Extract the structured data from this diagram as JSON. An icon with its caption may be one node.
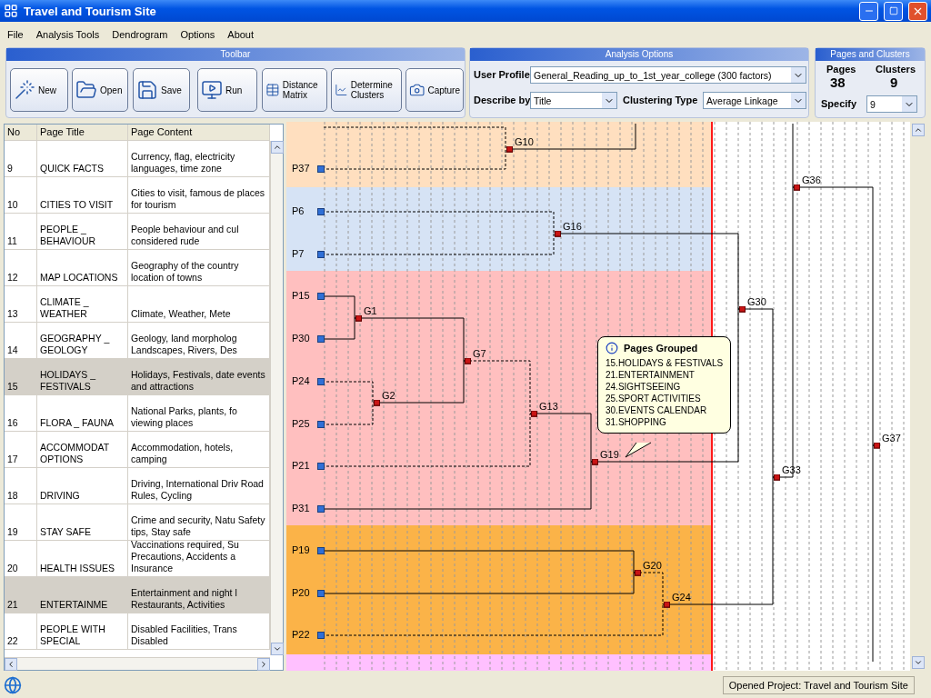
{
  "diagram": {
    "title": "Travel and Tourism Site",
    "nodes": [
      {
        "text": [
          "P22"
        ]
      },
      {
        "text": [
          "P20"
        ]
      },
      {
        "text": [
          "P19"
        ]
      },
      {
        "text": [
          "P31"
        ]
      },
      {
        "text": [
          "P21"
        ]
      },
      {
        "text": [
          "P25"
        ]
      },
      {
        "text": [
          "P24"
        ]
      },
      {
        "text": [
          "P30"
        ]
      },
      {
        "text": [
          "P15"
        ]
      },
      {
        "text": [
          "P7"
        ]
      },
      {
        "text": [
          "P6"
        ]
      },
      {
        "text": [
          "P37"
        ]
      },
      {
        "text": [
          "G24"
        ]
      },
      {
        "text": [
          "G20"
        ]
      },
      {
        "text": [
          "G19"
        ]
      },
      {
        "text": [
          "G13"
        ]
      },
      {
        "text": [
          "G2"
        ]
      },
      {
        "text": [
          "G7"
        ]
      },
      {
        "text": [
          "G1"
        ]
      },
      {
        "text": [
          "G16"
        ]
      },
      {
        "text": [
          "G10"
        ]
      },
      {
        "text": [
          "G30"
        ]
      },
      {
        "text": [
          "G33"
        ]
      },
      {
        "text": [
          "G36"
        ]
      },
      {
        "text": [
          "G37"
        ]
      },
      {
        "text": [
          "Pages Grouped",
          "15.HOLIDAYS & FESTIVALS",
          "21.ENTERTAINMENT",
          "24.SIGHTSEEING",
          "25.SPORT ACTIVITIES",
          "30.EVENTS CALENDAR",
          "31.SHOPPING"
        ]
      }
    ],
    "edges": [
      {
        "from": 0,
        "to": 12,
        "arrow": "other",
        "style": "dashed"
      },
      {
        "from": 1,
        "to": 13,
        "arrow": "other"
      },
      {
        "from": 2,
        "to": 13,
        "arrow": "other"
      },
      {
        "from": 13,
        "to": 12,
        "arrow": "other",
        "style": "dashed"
      },
      {
        "from": 3,
        "to": 14,
        "arrow": "other"
      },
      {
        "from": 15,
        "to": 14,
        "arrow": "other"
      },
      {
        "from": 4,
        "to": 15,
        "arrow": "other",
        "style": "dashed"
      },
      {
        "from": 17,
        "to": 15,
        "arrow": "other",
        "style": "dashed"
      },
      {
        "from": 5,
        "to": 16,
        "arrow": "other",
        "style": "dashed"
      },
      {
        "from": 6,
        "to": 16,
        "arrow": "other",
        "style": "dashed"
      },
      {
        "from": 16,
        "to": 17,
        "arrow": "other"
      },
      {
        "from": 18,
        "to": 17,
        "arrow": "other"
      },
      {
        "from": 7,
        "to": 18,
        "arrow": "other"
      },
      {
        "from": 8,
        "to": 18,
        "arrow": "other"
      },
      {
        "from": 9,
        "to": 19,
        "arrow": "other",
        "style": "dashed"
      },
      {
        "from": 10,
        "to": 19,
        "arrow": "other",
        "style": "dashed"
      },
      {
        "from": 11,
        "to": 20,
        "arrow": "other",
        "style": "dashed"
      },
      {
        "from": null,
        "to": 20,
        "arrow": "other",
        "style": "dashed"
      },
      {
        "from": 20,
        "to": null,
        "arrow": "other"
      },
      {
        "from": 14,
        "to": 21,
        "arrow": "other"
      },
      {
        "from": 19,
        "to": 21,
        "arrow": "other"
      },
      {
        "from": 12,
        "to": 22,
        "arrow": "other"
      },
      {
        "from": 21,
        "to": 22,
        "arrow": "other"
      },
      {
        "from": 22,
        "to": 23,
        "arrow": "other"
      },
      {
        "from": null,
        "to": 23,
        "arrow": "other"
      },
      {
        "from": 23,
        "to": 24,
        "arrow": "other"
      },
      {
        "from": null,
        "to": 24,
        "arrow": "other"
      }
    ],
    "labels": [
      "File",
      "Analysis Tools",
      "Dendrogram",
      "Options",
      "About",
      "Toolbar",
      "New",
      "Open",
      "Save",
      "Run",
      "Distance Matrix",
      "Determine Clusters",
      "Capture",
      "Analysis Options",
      "User Profile",
      "General_Reading_up_to_1st_year_college (300 factors)",
      "Describe by",
      "Title",
      "Clustering Type",
      "Average Linkage",
      "Pages and Clusters",
      "Pages",
      "Clusters",
      "38",
      "9",
      "Specify",
      "9",
      "No",
      "Page Title",
      "Page Content",
      "9",
      "QUICK FACTS",
      "Currency, flag, electricity languages, time zone",
      "10",
      "CITIES TO VISIT",
      "Cities to visit, famous de places for tourism",
      "11",
      "PEOPLE _ BEHAVIOUR",
      "People behaviour and cul considered rude",
      "12",
      "MAP LOCATIONS",
      "Geography of the country location of towns",
      "13",
      "CLIMATE _ WEATHER",
      "Climate, Weather, Mete",
      "14",
      "GEOGRAPHY _ GEOLOGY",
      "Geology, land morpholog Landscapes, Rivers, Des",
      "15",
      "HOLIDAYS _ FESTIVALS",
      "Holidays, Festivals, date events and attractions",
      "16",
      "FLORA _ FAUNA",
      "National Parks, plants, fo viewing places",
      "17",
      "ACCOMMODAT OPTIONS",
      "Accommodation, hotels, camping",
      "18",
      "DRIVING",
      "Driving, International Driv Road Rules, Cycling",
      "19",
      "STAY SAFE",
      "Crime and security, Natu Safety tips, Stay safe",
      "20",
      "HEALTH ISSUES",
      "Vaccinations required, Su Precautions, Accidents a Insurance",
      "21",
      "ENTERTAINME",
      "Entertainment and night l Restaurants, Activities",
      "22",
      "PEOPLE WITH SPECIAL",
      "Disabled Facilities, Trans Disabled",
      "Opened Project: Travel and Tourism Site"
    ]
  }
}
